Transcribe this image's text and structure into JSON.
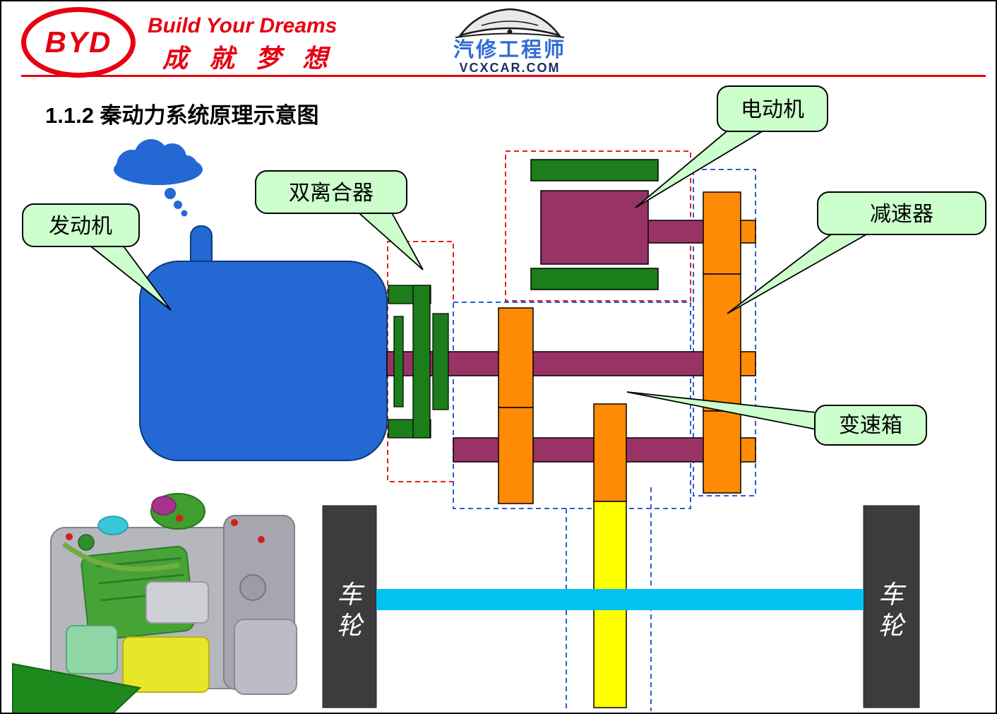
{
  "header": {
    "logo_text": "BYD",
    "slogan_en": "Build Your Dreams",
    "slogan_cn": "成就梦想",
    "brand": {
      "title": "汽修工程师",
      "site": "VCXCAR.COM"
    }
  },
  "title": "1.1.2 秦动力系统原理示意图",
  "diagram": {
    "callouts": {
      "engine": "发动机",
      "dual_clutch": "双离合器",
      "motor": "电动机",
      "reducer": "减速器",
      "gearbox": "变速箱"
    },
    "wheels": {
      "left": [
        "车",
        "轮"
      ],
      "right": [
        "车",
        "轮"
      ]
    },
    "colors": {
      "engine_blue": "#2368d3",
      "clutch_green": "#1b7e1b",
      "shaft_purple": "#993366",
      "gear_orange": "#ff8a05",
      "shaft_yellow": "#ffff00",
      "axle_cyan": "#00c3f2",
      "wheel_gray": "#3c3c3f",
      "callout_fill": "#ccffcc",
      "outline_red": "#e02020",
      "outline_blue": "#2b5fd0"
    }
  }
}
